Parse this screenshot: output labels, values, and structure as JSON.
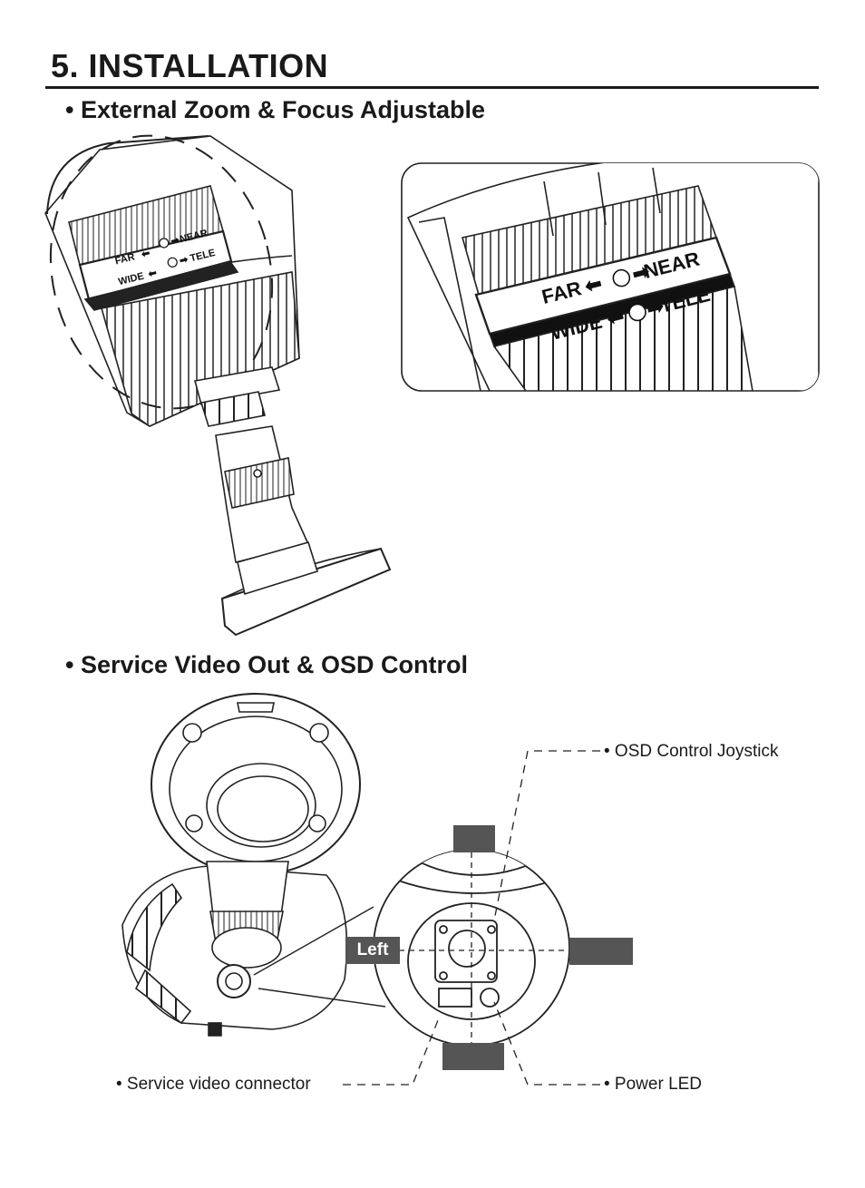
{
  "page": {
    "title": "5. INSTALLATION"
  },
  "sections": {
    "zoom_focus": "• External Zoom & Focus Adjustable",
    "service": "• Service Video Out & OSD Control"
  },
  "lens_ring": {
    "far": "FAR",
    "near": "NEAR",
    "wide": "WIDE",
    "tele": "TELE"
  },
  "callouts": {
    "joystick": "• OSD Control Joystick",
    "service_connector": "• Service video connector",
    "power_led": "• Power LED",
    "left": "Left"
  }
}
